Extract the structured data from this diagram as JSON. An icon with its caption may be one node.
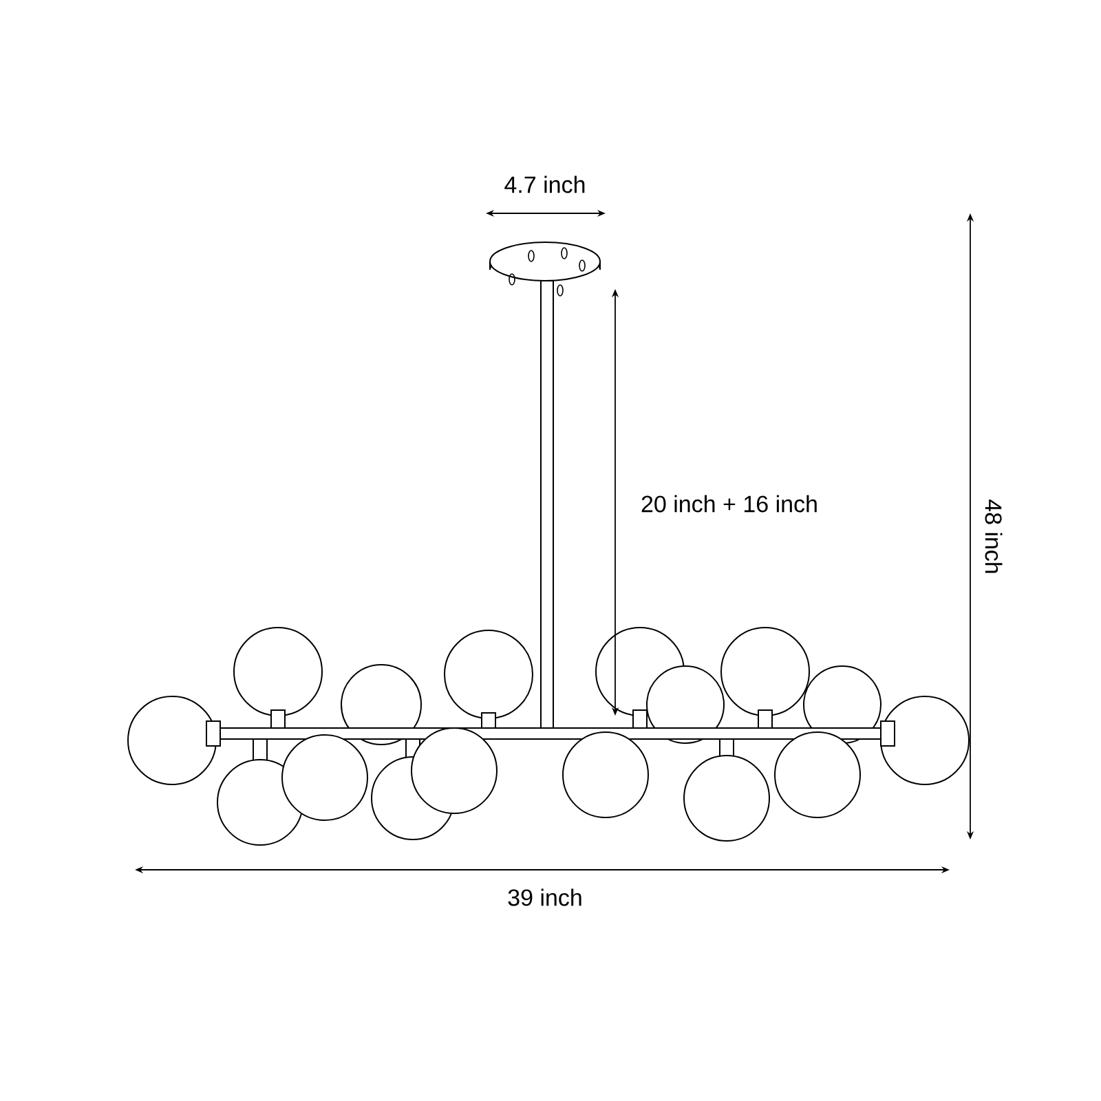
{
  "diagram": {
    "labels": [
      "4.7 inch",
      "20 inch + 16 inch",
      "48 inch",
      "39 inch"
    ]
  }
}
